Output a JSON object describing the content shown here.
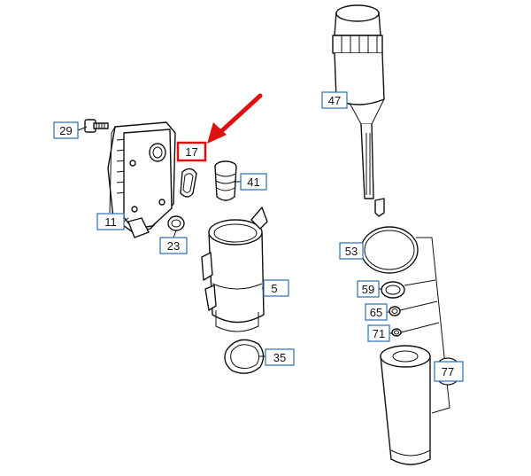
{
  "callouts": {
    "c29": "29",
    "c17": "17",
    "c41": "41",
    "c11": "11",
    "c23": "23",
    "c5": "5",
    "c35": "35",
    "c47": "47",
    "c53": "53",
    "c59": "59",
    "c65": "65",
    "c71": "71",
    "c77": "77"
  },
  "colors": {
    "highlight": "#e01010",
    "callout_border": "#2a6fb0",
    "line": "#111111"
  }
}
